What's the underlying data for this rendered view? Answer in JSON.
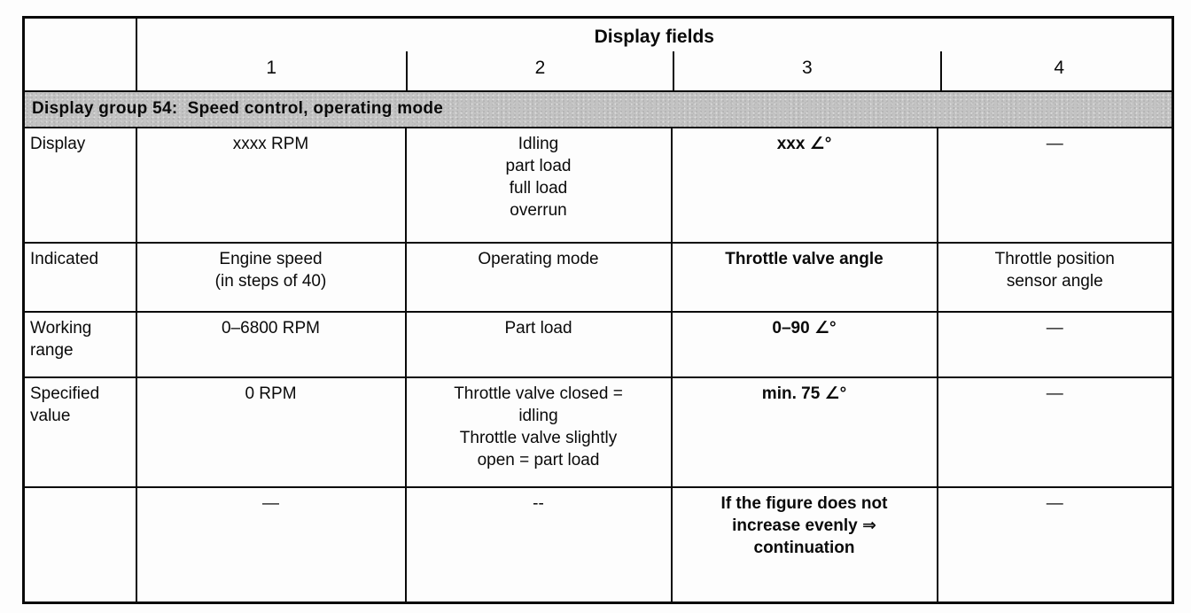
{
  "document": {
    "header": {
      "title": "Display fields",
      "columns": [
        "1",
        "2",
        "3",
        "4"
      ]
    },
    "banner": "Display group 54:  Speed control, operating mode",
    "rows": [
      {
        "label": "Display",
        "cells": [
          "xxxx RPM",
          "Idling\npart load\nfull load\noverrun",
          "xxx ∠°",
          "—"
        ]
      },
      {
        "label": "Indicated",
        "cells": [
          "Engine speed\n(in steps of 40)",
          "Operating mode",
          "Throttle valve angle",
          "Throttle position\nsensor angle"
        ]
      },
      {
        "label": "Working\nrange",
        "cells": [
          "0–6800 RPM",
          "Part load",
          "0–90 ∠°",
          "—"
        ]
      },
      {
        "label": "Specified\nvalue",
        "cells": [
          "0 RPM",
          "Throttle valve closed =\nidling\nThrottle valve slightly\nopen = part load",
          "min. 75 ∠°",
          "—"
        ]
      },
      {
        "label": "",
        "cells": [
          "—",
          "--",
          "If the figure does not\nincrease evenly ⇒\ncontinuation",
          "—"
        ]
      }
    ]
  }
}
